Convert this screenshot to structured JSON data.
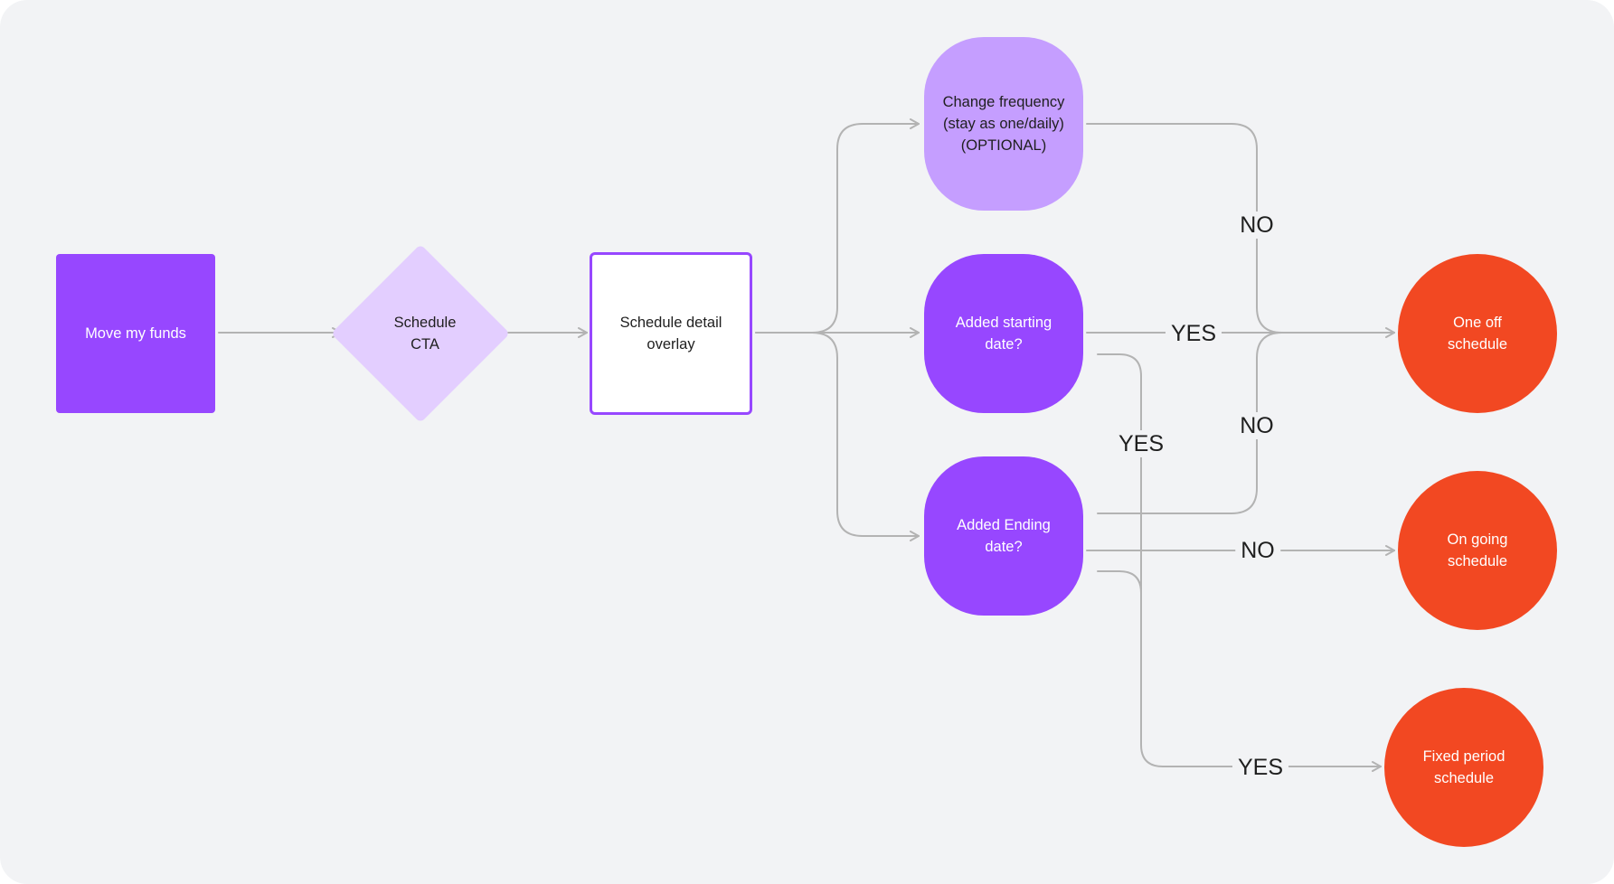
{
  "colors": {
    "background": "#f2f3f5",
    "primary_purple": "#9747ff",
    "light_purple": "#c59eff",
    "pale_purple": "#e3ceff",
    "outcome_red": "#f24822",
    "connector_gray": "#b3b3b3"
  },
  "nodes": {
    "move_funds": "Move my funds",
    "schedule_cta": "Schedule\nCTA",
    "schedule_overlay": "Schedule detail\noverlay",
    "change_frequency": "Change frequency\n(stay as one/daily)\n(OPTIONAL)",
    "added_starting_date": "Added starting\ndate?",
    "added_ending_date": "Added Ending\ndate?",
    "one_off": "One off\nschedule",
    "on_going": "On going\nschedule",
    "fixed_period": "Fixed period\nschedule"
  },
  "edge_labels": {
    "freq_no": "NO",
    "start_yes_oneoff": "YES",
    "end_no_oneoff": "NO",
    "start_yes_fixed": "YES",
    "end_no_ongoing": "NO",
    "fixed_yes": "YES"
  }
}
